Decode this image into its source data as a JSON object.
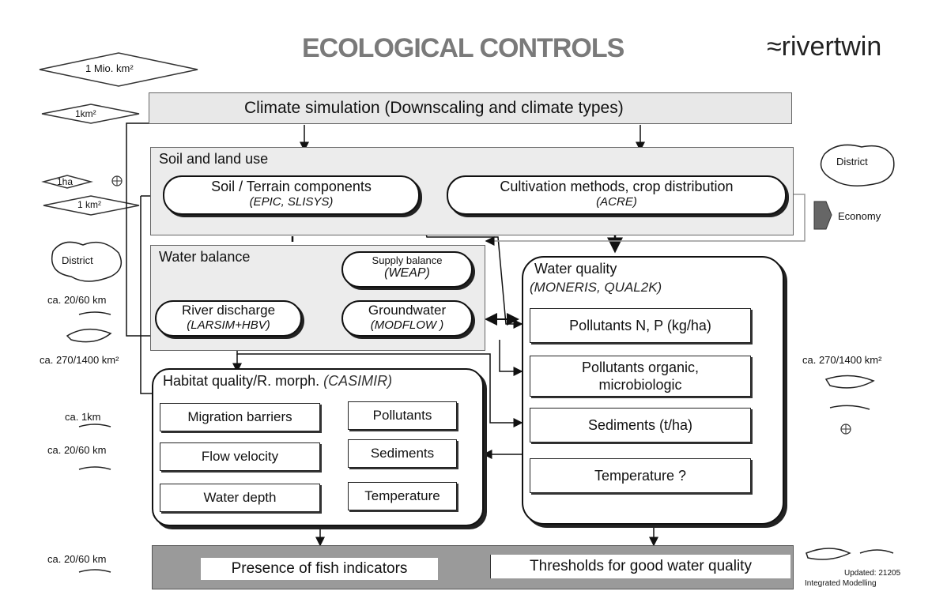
{
  "title": "ECOLOGICAL CONTROLS",
  "logo": {
    "symbol": "≈",
    "text": "rivertwin"
  },
  "left_scale": {
    "diamond_1": "1 Mio. km²",
    "diamond_2": "1km²",
    "diamond_3": "1ha",
    "diamond_4": "1 km²",
    "district": "District",
    "res_1": "ca. 20/60 km",
    "res_2": "ca. 270/1400 km²",
    "res_3": "ca. 1km",
    "res_4": "ca. 20/60 km",
    "res_5": "ca. 20/60 km"
  },
  "right_scale": {
    "district": "District",
    "economy": "Economy",
    "res_1": "ca. 270/1400 km²"
  },
  "climate": {
    "label": "Climate simulation (Downscaling and climate types)"
  },
  "soil": {
    "label": "Soil and land use",
    "terrain": {
      "title": "Soil / Terrain components",
      "models": "(EPIC, SLISYS)"
    },
    "cultivation": {
      "title": "Cultivation methods, crop distribution",
      "models": "(ACRE)"
    }
  },
  "water_balance": {
    "label": "Water balance",
    "supply": {
      "title": "Supply balance",
      "models": "(WEAP)"
    },
    "river": {
      "title": "River discharge",
      "models": "(LARSIM+HBV)"
    },
    "ground": {
      "title": "Groundwater",
      "models": "(MODFLOW )"
    }
  },
  "habitat": {
    "label": "Habitat quality/R. morph.",
    "models": "(CASIMIR)",
    "left_items": [
      "Migration barriers",
      "Flow velocity",
      "Water depth"
    ],
    "right_items": [
      "Pollutants",
      "Sediments",
      "Temperature"
    ]
  },
  "water_quality": {
    "label": "Water quality",
    "models": "(MONERIS, QUAL2K)",
    "items": [
      "Pollutants N, P (kg/ha)",
      "Pollutants organic,\nmicrobiologic",
      "Sediments (t/ha)",
      "Temperature ?"
    ]
  },
  "outputs": {
    "fish": "Presence of fish indicators",
    "thresholds": "Thresholds for good water quality"
  },
  "footer": {
    "updated": "Updated: 21205",
    "subtitle": "Integrated Modelling"
  }
}
